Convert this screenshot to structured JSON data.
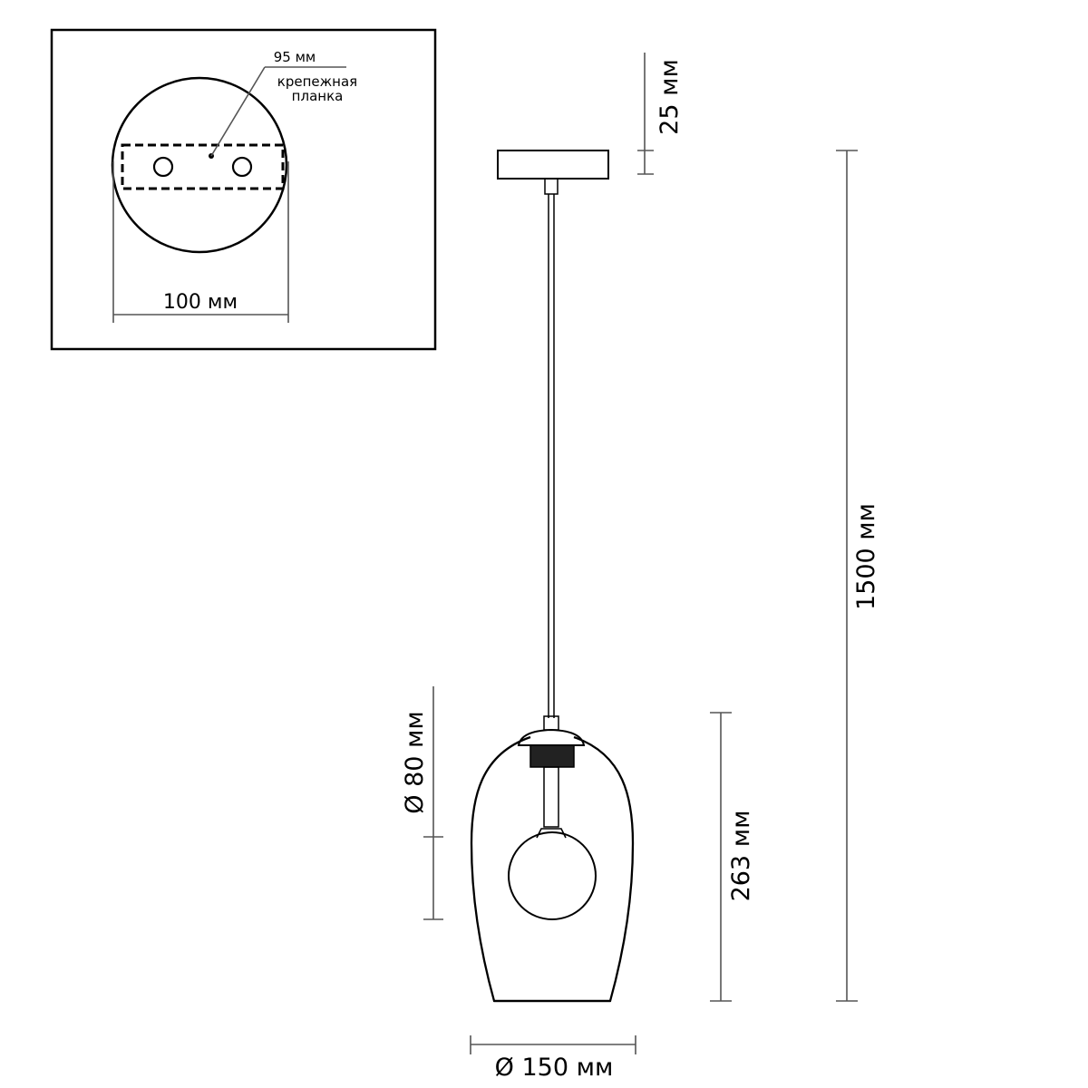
{
  "inset": {
    "dim_top": "95 мм",
    "callout_line1": "крепежная",
    "callout_line2": "планка",
    "dim_width": "100 мм"
  },
  "lamp": {
    "dim_canopy_height": "25 мм",
    "dim_total_height": "1500 мм",
    "dim_top_diameter": "Ø 80 мм",
    "dim_shade_height": "263 мм",
    "dim_shade_diameter": "Ø 150 мм"
  }
}
